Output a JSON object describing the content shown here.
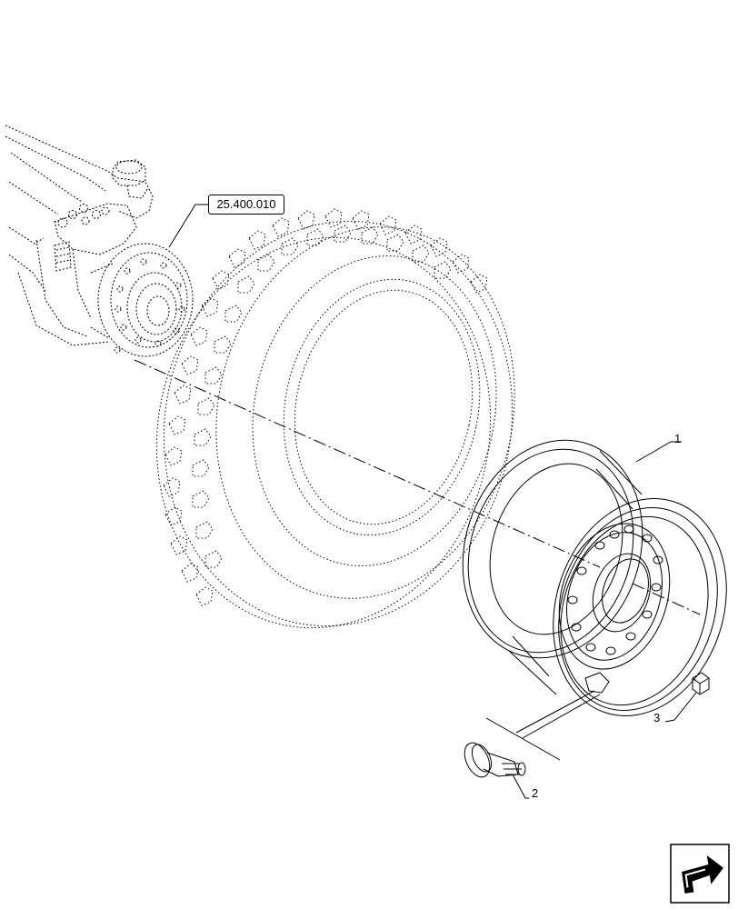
{
  "reference": {
    "label": "25.400.010"
  },
  "callouts": [
    {
      "id": "rim",
      "label": "1"
    },
    {
      "id": "valve",
      "label": "2"
    },
    {
      "id": "bolt",
      "label": "3"
    }
  ],
  "icons": {
    "navigation": "back-arrow-icon"
  },
  "colors": {
    "line": "#000000",
    "background": "#ffffff"
  }
}
